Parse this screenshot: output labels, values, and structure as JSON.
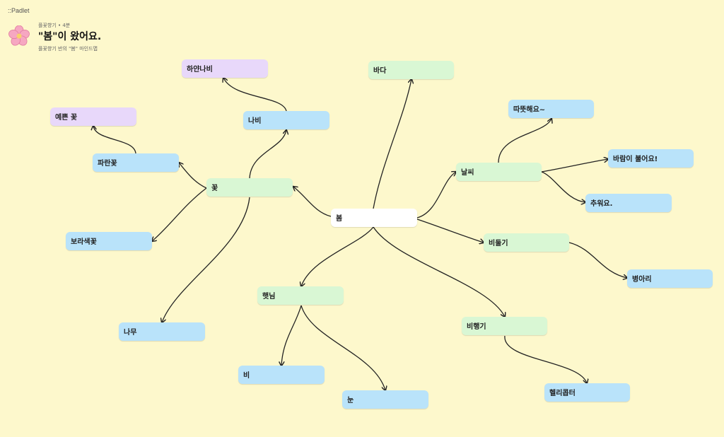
{
  "brand": "::Padlet",
  "header": {
    "meta": "플꽃향기 • 4분",
    "title": "\"봄\"이 왔어요.",
    "subtitle": "플꽃향기 반의 \"봄\" 마인드맵"
  },
  "nodes": {
    "spring": "봄",
    "flower": "꽃",
    "butterfly": "나비",
    "white_butterfly": "하얀나비",
    "sea": "바다",
    "blue_flower": "파란꽃",
    "pretty_flower": "예쁜 꽃",
    "purple_flower": "보라색꽃",
    "tree": "나무",
    "weather": "날씨",
    "warm": "따뜻해요~",
    "windy": "바람이 불어요!",
    "cold": "추워요.",
    "pigeon": "비둘기",
    "chick": "병아리",
    "sunlight": "햇님",
    "rain": "비",
    "snow": "눈",
    "airplane": "비행기",
    "helicopter": "헬리콥터"
  },
  "colors": {
    "background": "#fdf8cc",
    "center": "#ffffff",
    "green": "#d9f7d4",
    "blue": "#b9e3fa",
    "purple": "#e8d8fa",
    "edge": "#222222"
  }
}
